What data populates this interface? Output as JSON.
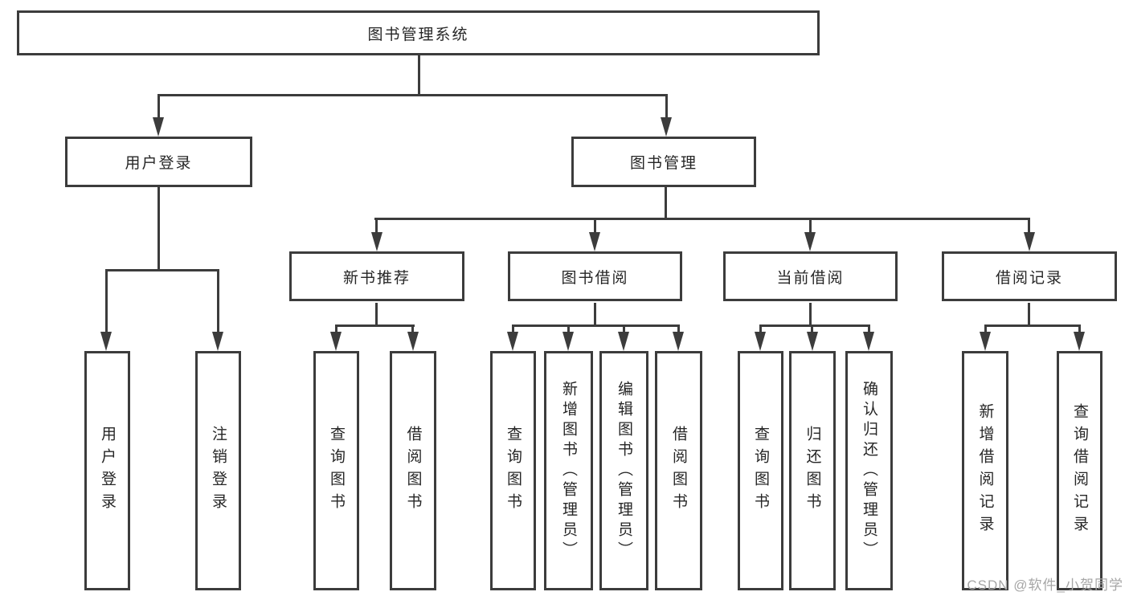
{
  "tree": {
    "root": {
      "label": "图书管理系统",
      "children": [
        {
          "label": "用户登录",
          "children": [
            {
              "label": "用户登录"
            },
            {
              "label": "注销登录"
            }
          ]
        },
        {
          "label": "图书管理",
          "children": [
            {
              "label": "新书推荐",
              "children": [
                {
                  "label": "查询图书"
                },
                {
                  "label": "借阅图书"
                }
              ]
            },
            {
              "label": "图书借阅",
              "children": [
                {
                  "label": "查询图书"
                },
                {
                  "label": "新增图书（管理员）"
                },
                {
                  "label": "编辑图书（管理员）"
                },
                {
                  "label": "借阅图书"
                }
              ]
            },
            {
              "label": "当前借阅",
              "children": [
                {
                  "label": "查询图书"
                },
                {
                  "label": "归还图书"
                },
                {
                  "label": "确认归还（管理员）"
                }
              ]
            },
            {
              "label": "借阅记录",
              "children": [
                {
                  "label": "新增借阅记录"
                },
                {
                  "label": "查询借阅记录"
                }
              ]
            }
          ]
        }
      ]
    }
  },
  "watermark": {
    "text": "CSDN @软件_小贺同学"
  },
  "colors": {
    "line": "#3c3c3c",
    "text": "#262626",
    "background": "#ffffff",
    "watermark": "#a6a6a6"
  }
}
